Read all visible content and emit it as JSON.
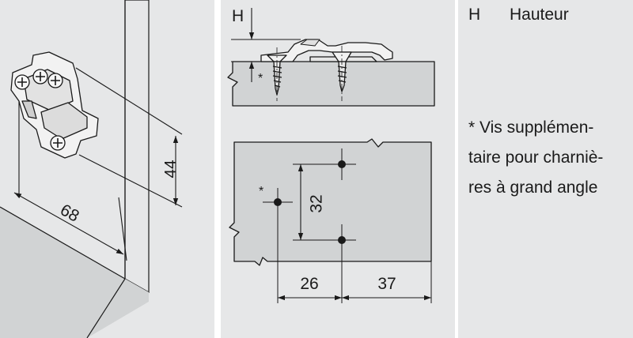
{
  "colors": {
    "background": "#e6e7e8",
    "divider": "#ffffff",
    "panel_fill": "#d1d3d4",
    "line": "#1a1a1a"
  },
  "dimensions": {
    "depth": "44",
    "width": "68",
    "hole_spacing": "32",
    "offset_left": "26",
    "offset_right": "37"
  },
  "labels": {
    "height_marker": "H",
    "extra_screw_marker_section": "*",
    "extra_screw_marker_plan": "*"
  },
  "legend": {
    "height_key": "H",
    "height_text": "Hauteur",
    "note_line1": "* Vis supplémen-",
    "note_line2": "taire pour charniè-",
    "note_line3": "res à grand angle"
  }
}
